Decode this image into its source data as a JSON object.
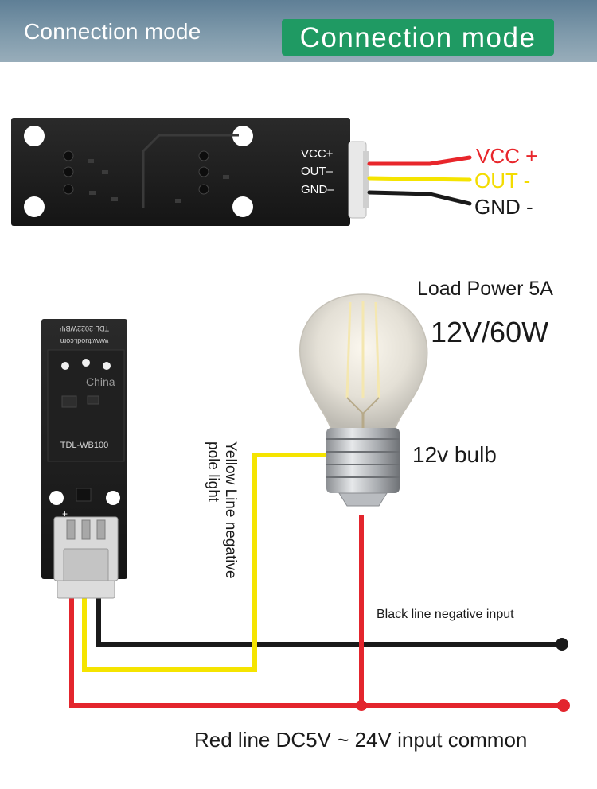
{
  "header": {
    "title_left": "Connection mode",
    "title_badge": "Connection mode",
    "badge_color": "#1f9a63"
  },
  "top_module": {
    "pin_labels": [
      "VCC+",
      "OUT–",
      "GND–"
    ],
    "wire_labels": [
      "VCC +",
      "OUT -",
      "GND -"
    ],
    "wire_colors": [
      "#e8262b",
      "#f5e400",
      "#1a1a1a"
    ]
  },
  "bulb": {
    "load_power": "Load Power 5A",
    "rating": "12V/60W",
    "name": "12v bulb"
  },
  "bottom_module": {
    "silk_top": "TDL-2022WBΨ",
    "silk_url": "www.tuodi.com",
    "china_mark": "China",
    "model": "TDL-WB100",
    "plus_mark": "+"
  },
  "wiring": {
    "yellow_label": "Yellow Line negative pole light",
    "black_label": "Black line negative input",
    "red_label": "Red line DC5V ~ 24V input common"
  }
}
